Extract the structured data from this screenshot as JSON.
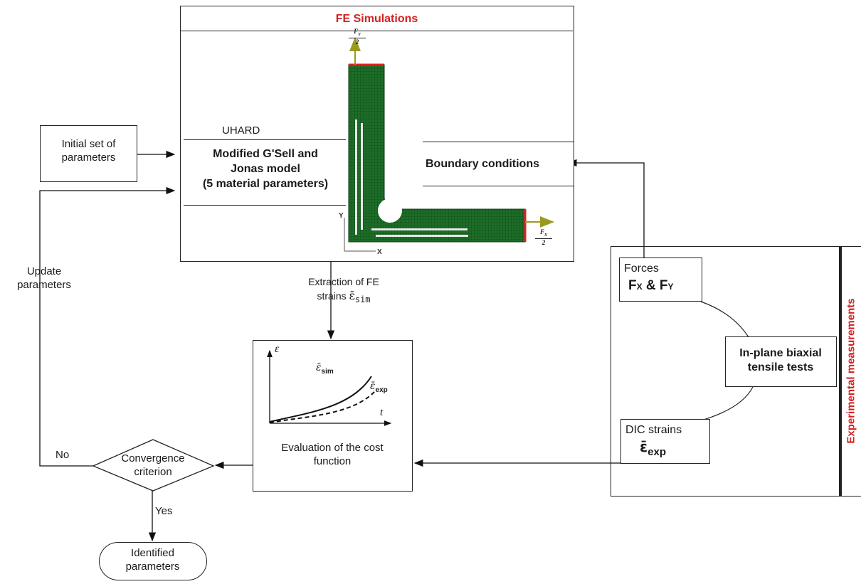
{
  "fe": {
    "title": "FE Simulations",
    "uhard": "UHARD",
    "model_line1": "Modified G'Sell and",
    "model_line2": "Jonas model",
    "model_line3": "(5 material parameters)",
    "boundary": "Boundary conditions",
    "fy_num": "F",
    "fy_sub": "Y",
    "fy_den": "2",
    "fx_num": "F",
    "fx_sub": "X",
    "fx_den": "2",
    "axis_y": "Y",
    "axis_x": "X"
  },
  "initial": {
    "line1": "Initial set of",
    "line2": "parameters"
  },
  "update": {
    "line1": "Update",
    "line2": "parameters"
  },
  "extraction": {
    "line1": "Extraction of FE",
    "line2": "strains ",
    "symbol": "ε̄",
    "sub": "sim"
  },
  "cost": {
    "line1": "Evaluation of the cost",
    "line2": "function",
    "eps_axis": "ε",
    "t_axis": "t",
    "sim_label": "ε̄",
    "sim_sub": "sim",
    "exp_label": "ε̄",
    "exp_sub": "exp"
  },
  "convergence": {
    "line1": "Convergence",
    "line2": "criterion",
    "no": "No",
    "yes": "Yes"
  },
  "identified": {
    "line1": "Identified",
    "line2": "parameters"
  },
  "experimental": {
    "title": "Experimental measurements",
    "forces_line1": "Forces",
    "forces_line2": "F",
    "fx_sub": "X",
    "amp": " & F",
    "fy_sub": "Y",
    "biaxial_line1": "In-plane biaxial",
    "biaxial_line2": "tensile tests",
    "dic_line1": "DIC strains",
    "dic_symbol": "ε̄",
    "dic_sub": "exp"
  },
  "colors": {
    "title_red": "#d42020",
    "mesh_green": "#1f7a2a",
    "arrow_olive": "#9a9a1e",
    "edge_red": "#e02020"
  }
}
